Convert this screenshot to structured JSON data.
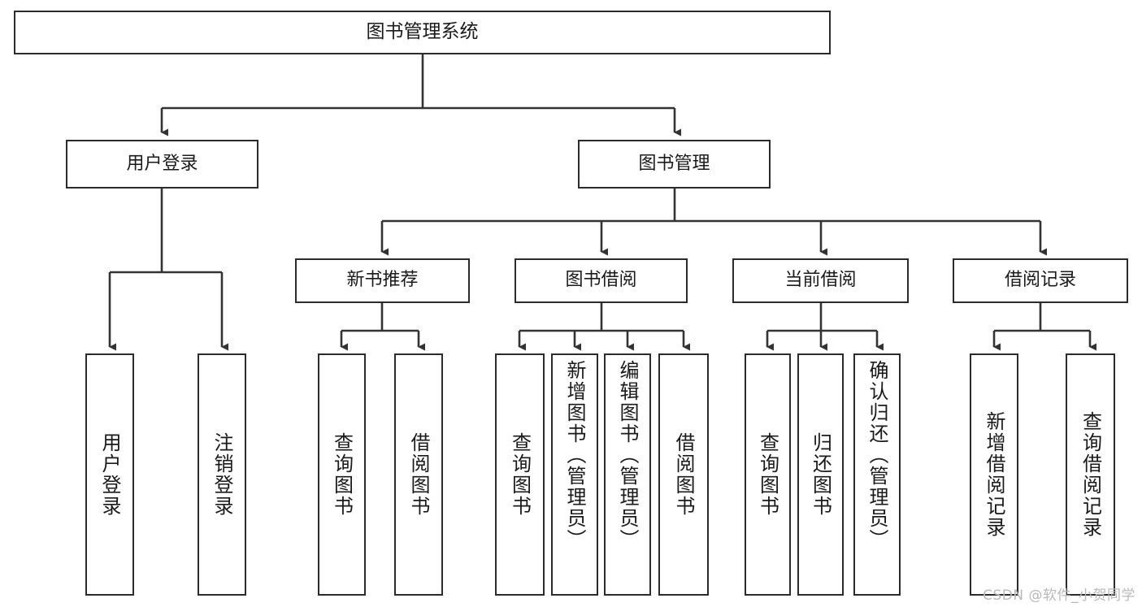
{
  "diagram": {
    "title": "图书管理系统",
    "type": "tree",
    "watermark": "CSDN @软件_小贺同学",
    "colors": {
      "box_border": "#2b2b2b",
      "box_fill": "#ffffff",
      "connector": "#333333",
      "text": "#1a1a1a",
      "watermark": "#b9b9b9"
    },
    "nodes": {
      "root": {
        "label": "图书管理系统"
      },
      "level2": [
        {
          "label": "用户登录"
        },
        {
          "label": "图书管理"
        }
      ],
      "level3": [
        {
          "label": "新书推荐"
        },
        {
          "label": "图书借阅"
        },
        {
          "label": "当前借阅"
        },
        {
          "label": "借阅记录"
        }
      ],
      "leaves_user_login": [
        {
          "label": "用户登录"
        },
        {
          "label": "注销登录"
        }
      ],
      "leaves_new_book": [
        {
          "label": "查询图书"
        },
        {
          "label": "借阅图书"
        }
      ],
      "leaves_borrow": [
        {
          "label": "查询图书"
        },
        {
          "label": "新增图书（管理员）"
        },
        {
          "label": "编辑图书（管理员）"
        },
        {
          "label": "借阅图书"
        }
      ],
      "leaves_current": [
        {
          "label": "查询图书"
        },
        {
          "label": "归还图书"
        },
        {
          "label": "确认归还（管理员）"
        }
      ],
      "leaves_records": [
        {
          "label": "新增借阅记录"
        },
        {
          "label": "查询借阅记录"
        }
      ]
    }
  }
}
